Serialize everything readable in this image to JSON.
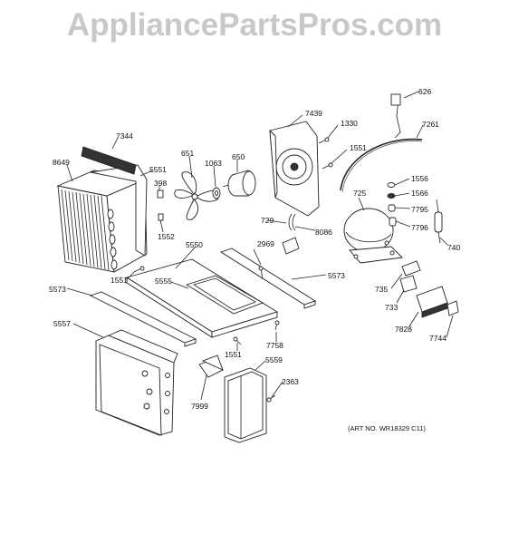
{
  "watermark": "AppliancePartsPros.com",
  "art_number": "(ART NO. WR18329 C11)",
  "part_labels": {
    "p626": "626",
    "p7261": "7261",
    "p7439": "7439",
    "p1330": "1330",
    "p1551_top": "1551",
    "p7344": "7344",
    "p8649": "8649",
    "p5551": "5551",
    "p651": "651",
    "p1063": "1063",
    "p650": "650",
    "p398": "398",
    "p1552": "1552",
    "p729": "729",
    "p8086": "8086",
    "p725": "725",
    "p1556": "1556",
    "p1566": "1566",
    "p7795": "7795",
    "p7796": "7796",
    "p740": "740",
    "p2969": "2969",
    "p5550": "5550",
    "p5573_right": "5573",
    "p5555": "5555",
    "p1551_mid": "1551",
    "p5573_left": "5573",
    "p735": "735",
    "p733": "733",
    "p7828": "7828",
    "p7744": "7744",
    "p5557": "5557",
    "p7758": "7758",
    "p1551_low": "1551",
    "p5559": "5559",
    "p2363": "2363",
    "p7999": "7999"
  }
}
